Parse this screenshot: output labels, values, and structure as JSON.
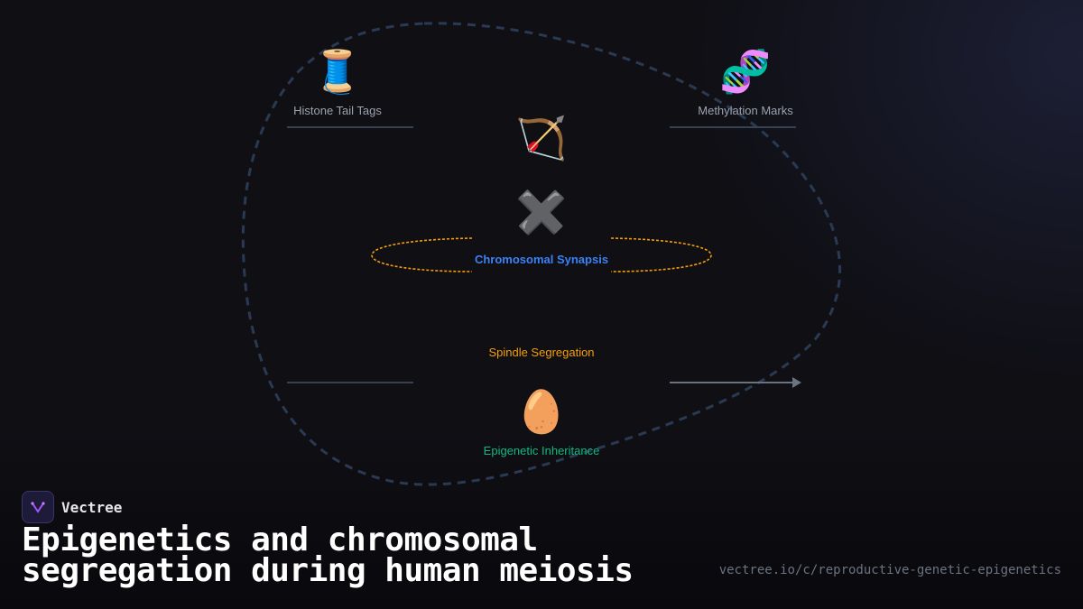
{
  "diagram": {
    "nodes": {
      "histone": {
        "icon": "spool-of-thread-icon",
        "glyph": "🧵",
        "label": "Histone Tail Tags"
      },
      "methylation": {
        "icon": "dna-icon",
        "glyph": "🧬",
        "label": "Methylation Marks"
      },
      "bow": {
        "icon": "bow-and-arrow-icon",
        "glyph": "🏹"
      },
      "synapsis": {
        "icon": "cross-mark-icon",
        "glyph": "✖️",
        "label": "Chromosomal Synapsis"
      },
      "spindle": {
        "label": "Spindle Segregation"
      },
      "inheritance": {
        "icon": "egg-icon",
        "glyph": "🥚",
        "label": "Epigenetic Inheritance"
      }
    },
    "colors": {
      "gray_label": "#9ca3af",
      "blue_label": "#3b82f6",
      "orange_label": "#f59e0b",
      "green_label": "#10b981",
      "outline": "#2a3a52",
      "ring": "#f59e0b"
    }
  },
  "brand": {
    "name": "Vectree",
    "logo_icon": "vectree-logo-icon"
  },
  "title": "Epigenetics and chromosomal segregation during human meiosis",
  "url": "vectree.io/c/reproductive-genetic-epigenetics"
}
